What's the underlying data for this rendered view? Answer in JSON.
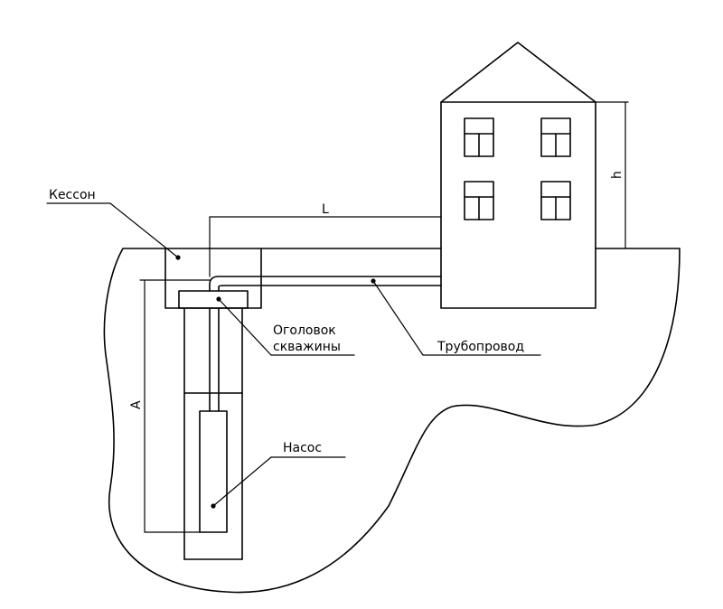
{
  "labels": {
    "caisson": "Кессон",
    "wellhead_line1": "Оголовок",
    "wellhead_line2": "скважины",
    "pipeline": "Трубопровод",
    "pump": "Насос",
    "dim_length": "L",
    "dim_depth": "A",
    "dim_height": "h"
  },
  "colors": {
    "line": "#000000",
    "background": "#ffffff"
  }
}
